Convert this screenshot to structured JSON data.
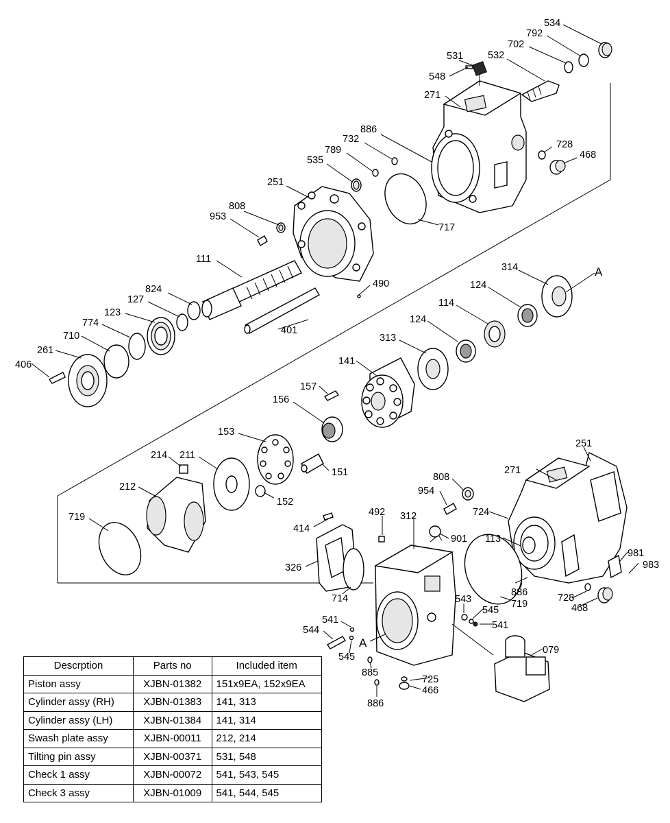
{
  "callouts": [
    {
      "id": "c534",
      "label": "534"
    },
    {
      "id": "c792",
      "label": "792"
    },
    {
      "id": "c702",
      "label": "702"
    },
    {
      "id": "c531",
      "label": "531"
    },
    {
      "id": "c532",
      "label": "532"
    },
    {
      "id": "c548",
      "label": "548"
    },
    {
      "id": "c271a",
      "label": "271"
    },
    {
      "id": "c886a",
      "label": "886"
    },
    {
      "id": "c732",
      "label": "732"
    },
    {
      "id": "c789",
      "label": "789"
    },
    {
      "id": "c728a",
      "label": "728"
    },
    {
      "id": "c468a",
      "label": "468"
    },
    {
      "id": "c535",
      "label": "535"
    },
    {
      "id": "c251a",
      "label": "251"
    },
    {
      "id": "c808a",
      "label": "808"
    },
    {
      "id": "c953",
      "label": "953"
    },
    {
      "id": "c717",
      "label": "717"
    },
    {
      "id": "c111",
      "label": "111"
    },
    {
      "id": "c490",
      "label": "490"
    },
    {
      "id": "c824",
      "label": "824"
    },
    {
      "id": "c127",
      "label": "127"
    },
    {
      "id": "c123",
      "label": "123"
    },
    {
      "id": "c774",
      "label": "774"
    },
    {
      "id": "c710",
      "label": "710"
    },
    {
      "id": "c261",
      "label": "261"
    },
    {
      "id": "c406",
      "label": "406"
    },
    {
      "id": "c401",
      "label": "401"
    },
    {
      "id": "c314",
      "label": "314"
    },
    {
      "id": "cA1",
      "label": "A"
    },
    {
      "id": "c124a",
      "label": "124"
    },
    {
      "id": "c114",
      "label": "114"
    },
    {
      "id": "c124b",
      "label": "124"
    },
    {
      "id": "c313",
      "label": "313"
    },
    {
      "id": "c141",
      "label": "141"
    },
    {
      "id": "c157",
      "label": "157"
    },
    {
      "id": "c156",
      "label": "156"
    },
    {
      "id": "c153",
      "label": "153"
    },
    {
      "id": "c214",
      "label": "214"
    },
    {
      "id": "c211",
      "label": "211"
    },
    {
      "id": "c212",
      "label": "212"
    },
    {
      "id": "c151",
      "label": "151"
    },
    {
      "id": "c152",
      "label": "152"
    },
    {
      "id": "c719a",
      "label": "719"
    },
    {
      "id": "c251b",
      "label": "251"
    },
    {
      "id": "c271b",
      "label": "271"
    },
    {
      "id": "c808b",
      "label": "808"
    },
    {
      "id": "c954",
      "label": "954"
    },
    {
      "id": "c724",
      "label": "724"
    },
    {
      "id": "c492",
      "label": "492"
    },
    {
      "id": "c312",
      "label": "312"
    },
    {
      "id": "c414",
      "label": "414"
    },
    {
      "id": "c901",
      "label": "901"
    },
    {
      "id": "c113",
      "label": "113"
    },
    {
      "id": "c981",
      "label": "981"
    },
    {
      "id": "c983",
      "label": "983"
    },
    {
      "id": "c326",
      "label": "326"
    },
    {
      "id": "c886b",
      "label": "886"
    },
    {
      "id": "c728b",
      "label": "728"
    },
    {
      "id": "c468b",
      "label": "468"
    },
    {
      "id": "c714",
      "label": "714"
    },
    {
      "id": "c719b",
      "label": "719"
    },
    {
      "id": "c543",
      "label": "543"
    },
    {
      "id": "c545a",
      "label": "545"
    },
    {
      "id": "c541a",
      "label": "541"
    },
    {
      "id": "c541b",
      "label": "541"
    },
    {
      "id": "c544",
      "label": "544"
    },
    {
      "id": "cA2",
      "label": "A"
    },
    {
      "id": "c545b",
      "label": "545"
    },
    {
      "id": "c079",
      "label": "079"
    },
    {
      "id": "c885",
      "label": "885"
    },
    {
      "id": "c725",
      "label": "725"
    },
    {
      "id": "c466",
      "label": "466"
    },
    {
      "id": "c886c",
      "label": "886"
    }
  ],
  "parts_table": {
    "headers": [
      "Descrption",
      "Parts no",
      "Included item"
    ],
    "rows": [
      [
        "Piston assy",
        "XJBN-01382",
        "151x9EA, 152x9EA"
      ],
      [
        "Cylinder assy (RH)",
        "XJBN-01383",
        "141, 313"
      ],
      [
        "Cylinder assy (LH)",
        "XJBN-01384",
        "141, 314"
      ],
      [
        "Swash plate assy",
        "XJBN-00011",
        "212, 214"
      ],
      [
        "Tilting pin assy",
        "XJBN-00371",
        "531, 548"
      ],
      [
        "Check 1 assy",
        "XJBN-00072",
        "541, 543, 545"
      ],
      [
        "Check 3 assy",
        "XJBN-01009",
        "541, 544, 545"
      ]
    ]
  }
}
